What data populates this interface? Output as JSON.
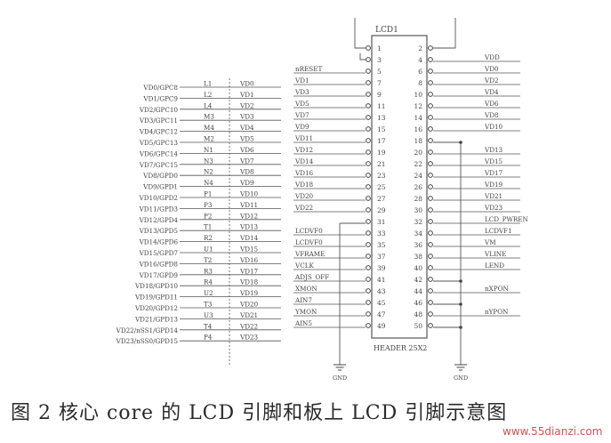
{
  "figure": {
    "connector_ref": "LCD1",
    "header_label": "HEADER 25X2",
    "gnd_label": "GND",
    "caption": "图 2  核心 core 的 LCD 引脚和板上 LCD 引脚示意图",
    "watermark": "www.55dianzi.com"
  },
  "left_block": {
    "rows": [
      {
        "signal": "VD0/GPC8",
        "ball": "L1",
        "net": "VD0"
      },
      {
        "signal": "VD1/GPC9",
        "ball": "L2",
        "net": "VD1"
      },
      {
        "signal": "VD2/GPC10",
        "ball": "L4",
        "net": "VD2"
      },
      {
        "signal": "VD3/GPC11",
        "ball": "M3",
        "net": "VD3"
      },
      {
        "signal": "VD4/GPC12",
        "ball": "M4",
        "net": "VD4"
      },
      {
        "signal": "VD5/GPC13",
        "ball": "M2",
        "net": "VD5"
      },
      {
        "signal": "VD6/GPC14",
        "ball": "N1",
        "net": "VD6"
      },
      {
        "signal": "VD7/GPC15",
        "ball": "N3",
        "net": "VD7"
      },
      {
        "signal": "VD8/GPD0",
        "ball": "N2",
        "net": "VD8"
      },
      {
        "signal": "VD9/GPD1",
        "ball": "N4",
        "net": "VD9"
      },
      {
        "signal": "VD10/GPD2",
        "ball": "P1",
        "net": "VD10"
      },
      {
        "signal": "VD11/GPD3",
        "ball": "P3",
        "net": "VD11"
      },
      {
        "signal": "VD12/GPD4",
        "ball": "P2",
        "net": "VD12"
      },
      {
        "signal": "VD13/GPD5",
        "ball": "T1",
        "net": "VD13"
      },
      {
        "signal": "VD14/GPD6",
        "ball": "R2",
        "net": "VD14"
      },
      {
        "signal": "VD15/GPD7",
        "ball": "U1",
        "net": "VD15"
      },
      {
        "signal": "VD16/GPD8",
        "ball": "T2",
        "net": "VD16"
      },
      {
        "signal": "VD17/GPD9",
        "ball": "R3",
        "net": "VD17"
      },
      {
        "signal": "VD18/GPD10",
        "ball": "R4",
        "net": "VD18"
      },
      {
        "signal": "VD19/GPD11",
        "ball": "U2",
        "net": "VD19"
      },
      {
        "signal": "VD20/GPD12",
        "ball": "T3",
        "net": "VD20"
      },
      {
        "signal": "VD21/GPD13",
        "ball": "U3",
        "net": "VD21"
      },
      {
        "signal": "VD22/nSS1/GPD14",
        "ball": "T4",
        "net": "VD22"
      },
      {
        "signal": "VD23/nSS0/GPD15",
        "ball": "P4",
        "net": "VD23"
      }
    ]
  },
  "connector": {
    "left_pins": [
      {
        "pin": "1",
        "net": ""
      },
      {
        "pin": "3",
        "net": ""
      },
      {
        "pin": "5",
        "net": "nRESET"
      },
      {
        "pin": "7",
        "net": "VD1"
      },
      {
        "pin": "9",
        "net": "VD3"
      },
      {
        "pin": "11",
        "net": "VD5"
      },
      {
        "pin": "13",
        "net": "VD7"
      },
      {
        "pin": "15",
        "net": "VD9"
      },
      {
        "pin": "17",
        "net": "VD11"
      },
      {
        "pin": "19",
        "net": "VD12"
      },
      {
        "pin": "21",
        "net": "VD14"
      },
      {
        "pin": "23",
        "net": "VD16"
      },
      {
        "pin": "25",
        "net": "VD18"
      },
      {
        "pin": "27",
        "net": "VD20"
      },
      {
        "pin": "29",
        "net": "VD22"
      },
      {
        "pin": "31",
        "net": ""
      },
      {
        "pin": "33",
        "net": "LCDVF0"
      },
      {
        "pin": "35",
        "net": "LCDVF0"
      },
      {
        "pin": "37",
        "net": "VFRAME"
      },
      {
        "pin": "39",
        "net": "VCLK"
      },
      {
        "pin": "41",
        "net": "ADJS_OFF"
      },
      {
        "pin": "43",
        "net": "XMON"
      },
      {
        "pin": "45",
        "net": "AIN7"
      },
      {
        "pin": "47",
        "net": "YMON"
      },
      {
        "pin": "49",
        "net": "AIN5"
      }
    ],
    "right_pins": [
      {
        "pin": "2",
        "net": ""
      },
      {
        "pin": "4",
        "net": "VDD"
      },
      {
        "pin": "6",
        "net": "VD0"
      },
      {
        "pin": "8",
        "net": "VD2"
      },
      {
        "pin": "10",
        "net": "VD4"
      },
      {
        "pin": "12",
        "net": "VD6"
      },
      {
        "pin": "14",
        "net": "VD8"
      },
      {
        "pin": "16",
        "net": "VD10"
      },
      {
        "pin": "18",
        "net": ""
      },
      {
        "pin": "20",
        "net": "VD13"
      },
      {
        "pin": "22",
        "net": "VD15"
      },
      {
        "pin": "24",
        "net": "VD17"
      },
      {
        "pin": "26",
        "net": "VD19"
      },
      {
        "pin": "28",
        "net": "VD21"
      },
      {
        "pin": "30",
        "net": "VD23"
      },
      {
        "pin": "32",
        "net": "LCD_PWREN"
      },
      {
        "pin": "34",
        "net": "LCDVF1"
      },
      {
        "pin": "36",
        "net": "VM"
      },
      {
        "pin": "38",
        "net": "VLINE"
      },
      {
        "pin": "40",
        "net": "LEND"
      },
      {
        "pin": "42",
        "net": ""
      },
      {
        "pin": "44",
        "net": "nXPON"
      },
      {
        "pin": "46",
        "net": ""
      },
      {
        "pin": "48",
        "net": "nYPON"
      },
      {
        "pin": "50",
        "net": ""
      }
    ]
  }
}
